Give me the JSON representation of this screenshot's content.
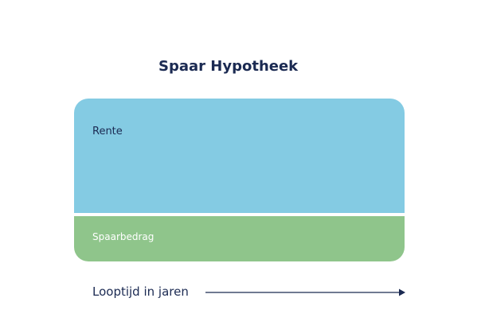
{
  "title": "Spaar Hypotheek",
  "blocks": {
    "rente": {
      "label": "Rente"
    },
    "spaarbedrag": {
      "label": "Spaarbedrag"
    }
  },
  "axis": {
    "label": "Looptijd in jaren"
  },
  "colors": {
    "title_text": "#1b2a52",
    "rente_fill": "#84cbe3",
    "rente_text": "#1b2a52",
    "spaarbedrag_fill": "#8fc58b",
    "spaarbedrag_text": "#ffffff",
    "axis": "#1b2a52"
  }
}
